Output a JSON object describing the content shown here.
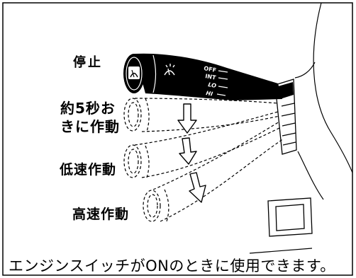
{
  "labels": {
    "stop": "停止",
    "intermittent_line1": "約5秒お",
    "intermittent_line2": "きに作動",
    "low_speed": "低速作動",
    "high_speed": "高速作動"
  },
  "stalk_marks": [
    "OFF",
    "INT",
    "LO",
    "HI"
  ],
  "note": "エンジンスイッチがONのときに使用できます。",
  "icons": {
    "knob": "wiper-icon",
    "stalk": "washer-icon",
    "arrows": "arrow-down-icon"
  },
  "colors": {
    "ink": "#000000",
    "paper": "#ffffff"
  }
}
